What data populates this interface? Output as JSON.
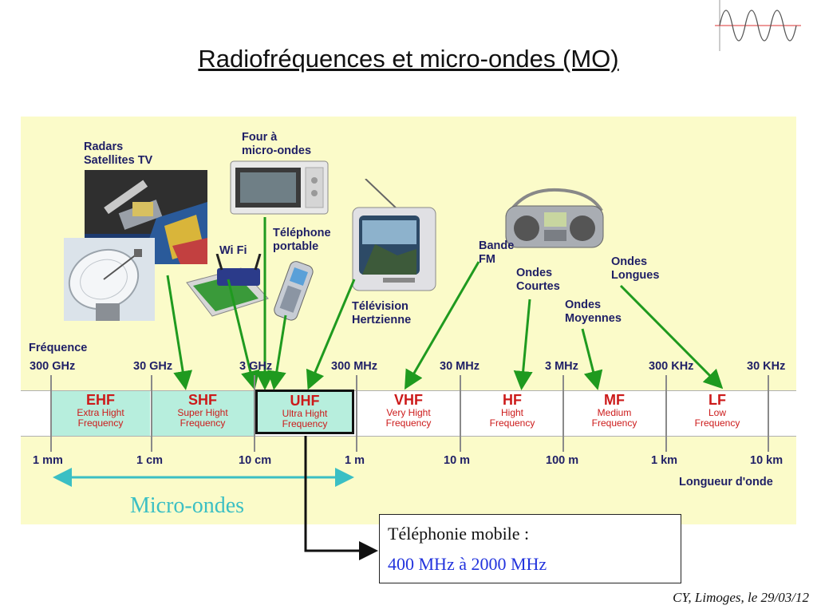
{
  "title": "Radiofréquences et micro-ondes (MO)",
  "labels": {
    "radars": "Radars\nSatellites TV",
    "four": "Four à\nmicro-ondes",
    "wifi": "Wi Fi",
    "telephone": "Téléphone\nportable",
    "television": "Télévision\nHertzienne",
    "fm": "Bande\nFM",
    "courtes": "Ondes\nCourtes",
    "moyennes": "Ondes\nMoyennes",
    "longues": "Ondes\nLongues"
  },
  "frequency_label": "Fréquence",
  "frequencies": [
    "300 GHz",
    "30 GHz",
    "3 GHz",
    "300 MHz",
    "30 MHz",
    "3 MHz",
    "300 KHz",
    "30 KHz"
  ],
  "bands": [
    {
      "code": "EHF",
      "name": "Extra Hight\nFrequency"
    },
    {
      "code": "SHF",
      "name": "Super Hight\nFrequency"
    },
    {
      "code": "UHF",
      "name": "Ultra Hight\nFrequency"
    },
    {
      "code": "VHF",
      "name": "Very Hight\nFrequency"
    },
    {
      "code": "HF",
      "name": "Hight\nFrequency"
    },
    {
      "code": "MF",
      "name": "Medium\nFrequency"
    },
    {
      "code": "LF",
      "name": "Low\nFrequency"
    }
  ],
  "wavelengths": [
    "1 mm",
    "1 cm",
    "10 cm",
    "1 m",
    "10 m",
    "100 m",
    "1 km",
    "10 km"
  ],
  "wavelength_label": "Longueur d'onde",
  "microondes_label": "Micro-ondes",
  "info": {
    "line1": "Téléphonie mobile :",
    "line2": "400 MHz à 2000 MHz"
  },
  "footer": "CY, Limoges, le 29/03/12",
  "colors": {
    "panel": "#fbfbc9",
    "band_highlight": "#b7eedd",
    "band_text": "#cc1a1a",
    "arrow": "#1f9a1f",
    "microondes": "#3bbfc4",
    "info_value": "#2233dd"
  }
}
